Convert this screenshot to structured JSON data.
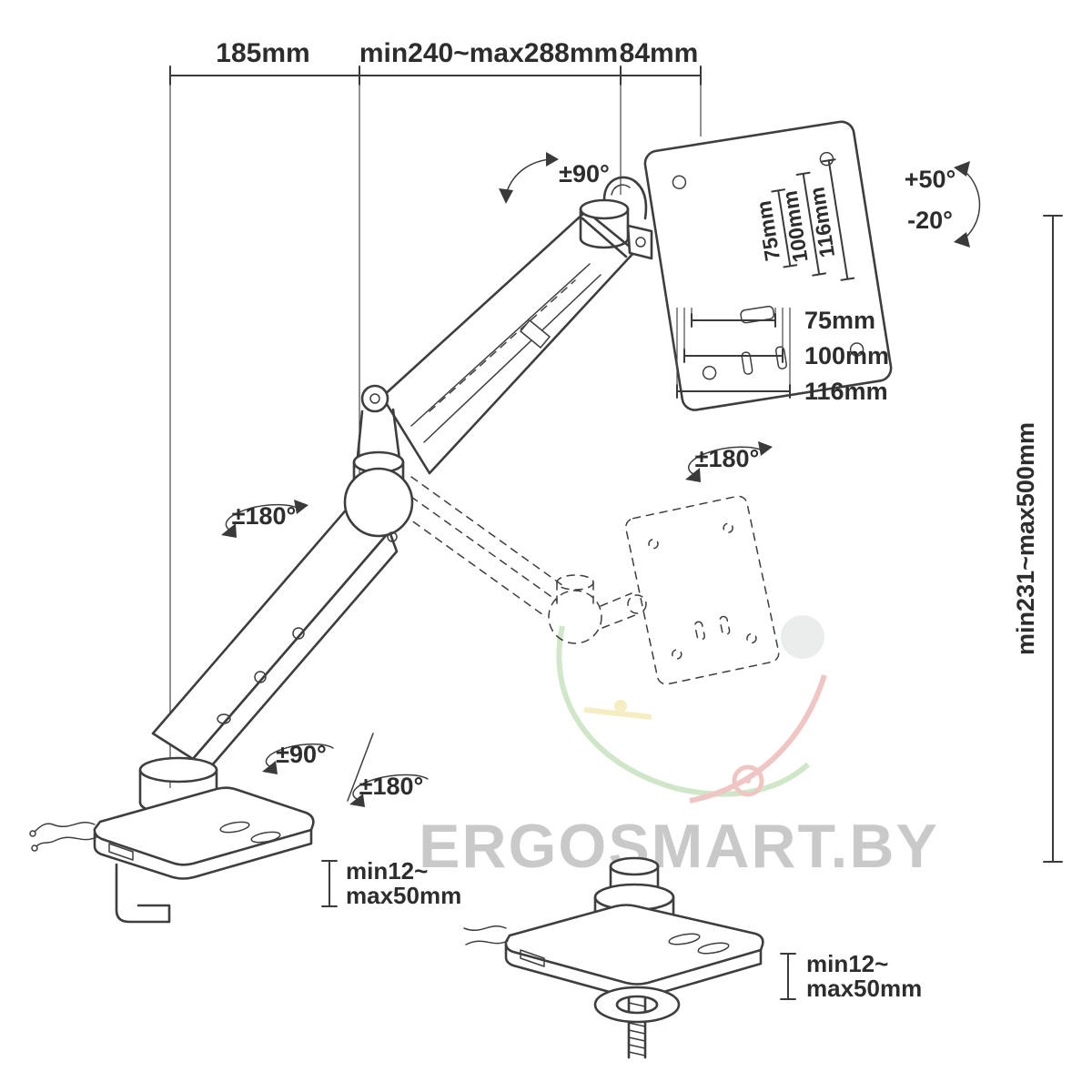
{
  "colors": {
    "line": "#3e3e3e",
    "text": "#2d2d2d",
    "watermark": "#c9c9c9",
    "logo_green": "#58a83e",
    "logo_red": "#c8372f",
    "logo_yellow": "#e3bf2a"
  },
  "watermark": "ERGOSMART.BY",
  "dims": {
    "top_left": "185mm",
    "top_mid": "min240~max288mm",
    "top_right": "84mm",
    "vesa_v_75": "75mm",
    "vesa_v_100": "100mm",
    "vesa_v_116": "116mm",
    "vesa_h_75": "75mm",
    "vesa_h_100": "100mm",
    "vesa_h_116": "116mm",
    "height": "min231~max500mm",
    "clamp_left_line1": "min12~",
    "clamp_left_line2": "max50mm",
    "clamp_right_line1": "min12~",
    "clamp_right_line2": "max50mm"
  },
  "angles": {
    "top_joint": "±90°",
    "mid_joint": "±180°",
    "vesa_rotation": "±180°",
    "base_swivel": "±90°",
    "base_rotation": "±180°",
    "tilt_up": "+50°",
    "tilt_down": "-20°"
  }
}
